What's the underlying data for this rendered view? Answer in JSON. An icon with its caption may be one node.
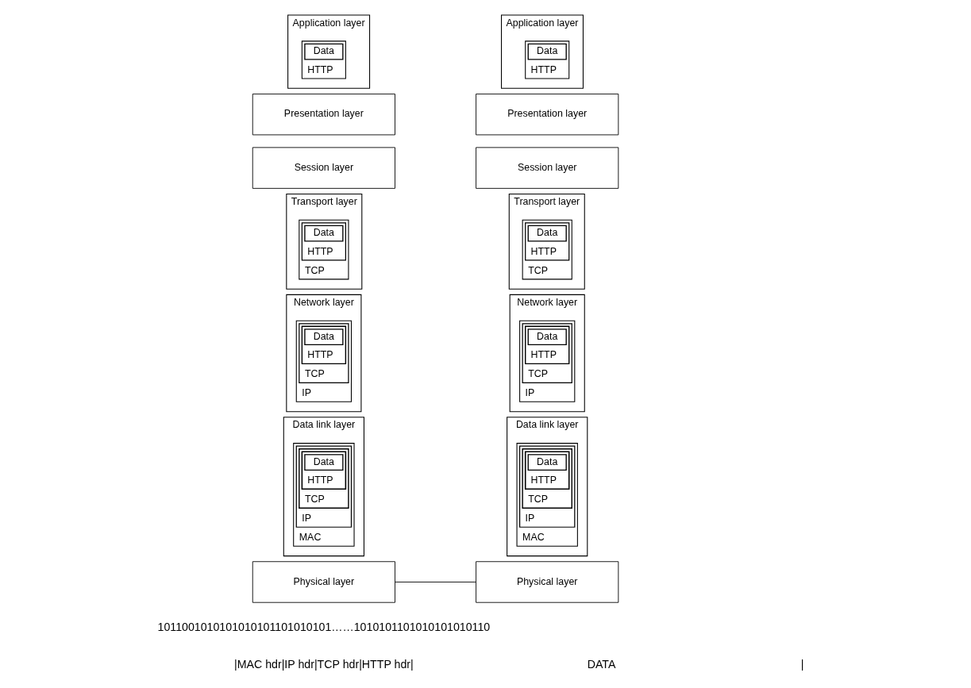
{
  "diagram": {
    "nodes": [
      {
        "text": [
          "Application layer"
        ]
      },
      {
        "text": [
          "HTTP"
        ],
        "in": 0
      },
      {
        "text": [
          "Data"
        ],
        "in": 1
      },
      {
        "text": [
          "Presentation layer"
        ]
      },
      {
        "text": [
          "Session layer"
        ]
      },
      {
        "text": [
          "Transport layer"
        ]
      },
      {
        "text": [
          "TCP"
        ],
        "in": 5
      },
      {
        "text": [
          "HTTP"
        ],
        "in": 6
      },
      {
        "text": [
          "Data"
        ],
        "in": 7
      },
      {
        "text": [
          "Network layer"
        ]
      },
      {
        "text": [
          "IP"
        ],
        "in": 9
      },
      {
        "text": [
          "TCP"
        ],
        "in": 10
      },
      {
        "text": [
          "HTTP"
        ],
        "in": 11
      },
      {
        "text": [
          "Data"
        ],
        "in": 12
      },
      {
        "text": [
          "Data link layer"
        ]
      },
      {
        "text": [
          "MAC"
        ],
        "in": 14
      },
      {
        "text": [
          "IP"
        ],
        "in": 15
      },
      {
        "text": [
          "TCP"
        ],
        "in": 16
      },
      {
        "text": [
          "HTTP"
        ],
        "in": 17
      },
      {
        "text": [
          "Data"
        ],
        "in": 18
      },
      {
        "text": [
          "Physical layer"
        ]
      },
      {
        "text": [
          "Application layer"
        ]
      },
      {
        "text": [
          "HTTP"
        ],
        "in": 21
      },
      {
        "text": [
          "Data"
        ],
        "in": 22
      },
      {
        "text": [
          "Presentation layer"
        ]
      },
      {
        "text": [
          "Session layer"
        ]
      },
      {
        "text": [
          "Transport layer"
        ]
      },
      {
        "text": [
          "TCP"
        ],
        "in": 26
      },
      {
        "text": [
          "HTTP"
        ],
        "in": 27
      },
      {
        "text": [
          "Data"
        ],
        "in": 28
      },
      {
        "text": [
          "Network layer"
        ]
      },
      {
        "text": [
          "IP"
        ],
        "in": 30
      },
      {
        "text": [
          "TCP"
        ],
        "in": 31
      },
      {
        "text": [
          "HTTP"
        ],
        "in": 32
      },
      {
        "text": [
          "Data"
        ],
        "in": 33
      },
      {
        "text": [
          "Data link layer"
        ]
      },
      {
        "text": [
          "MAC"
        ],
        "in": 35
      },
      {
        "text": [
          "IP"
        ],
        "in": 36
      },
      {
        "text": [
          "TCP"
        ],
        "in": 37
      },
      {
        "text": [
          "HTTP"
        ],
        "in": 38
      },
      {
        "text": [
          "Data"
        ],
        "in": 39
      },
      {
        "text": [
          "Physical layer"
        ]
      }
    ],
    "edges": [
      {
        "from": 20,
        "to": 41,
        "arrow": "none"
      }
    ],
    "labels": [
      "1011001010101010101101010101……1010101101010101010110",
      "|MAC hdr|IP hdr|TCP hdr|HTTP hdr|",
      "DATA",
      "|"
    ]
  }
}
